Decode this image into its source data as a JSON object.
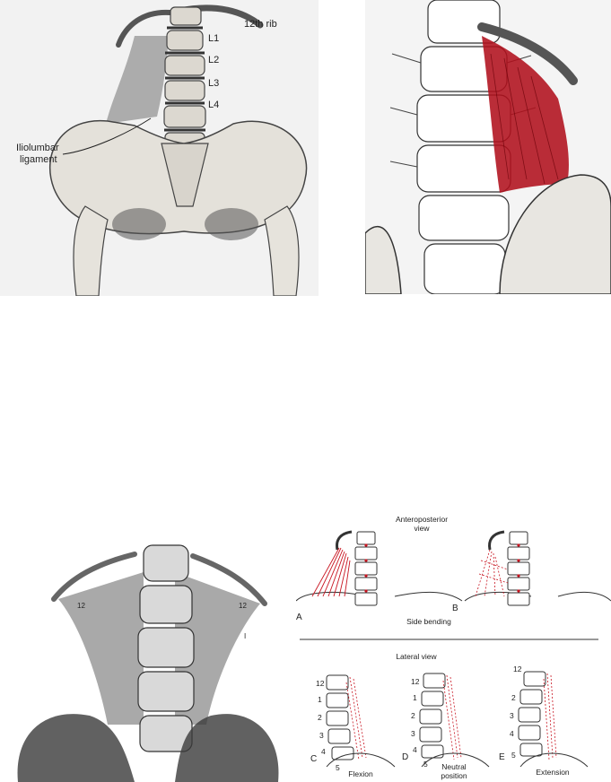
{
  "colors": {
    "muscle": "#b0101c",
    "bone": "#e9e6e0",
    "line": "#333333"
  },
  "panel1": {
    "rib_label": "12th rib",
    "vertebra_labels": [
      "L1",
      "L2",
      "L3",
      "L4"
    ],
    "ligament_label_line1": "Iliolumbar",
    "ligament_label_line2": "ligament"
  },
  "panel3": {
    "rib_labels": [
      "12",
      "12",
      "I"
    ]
  },
  "panel4": {
    "top_view_line1": "Anteroposterior",
    "top_view_line2": "view",
    "letter_a": "A",
    "letter_b": "B",
    "side_bending": "Side bending",
    "lateral_view": "Lateral view",
    "letter_c": "C",
    "letter_d": "D",
    "letter_e": "E",
    "flexion": "Flexion",
    "neutral_line1": "Neutral",
    "neutral_line2": "position",
    "extension": "Extension",
    "level_numbers": [
      "12",
      "1",
      "2",
      "3",
      "4",
      "5"
    ]
  }
}
